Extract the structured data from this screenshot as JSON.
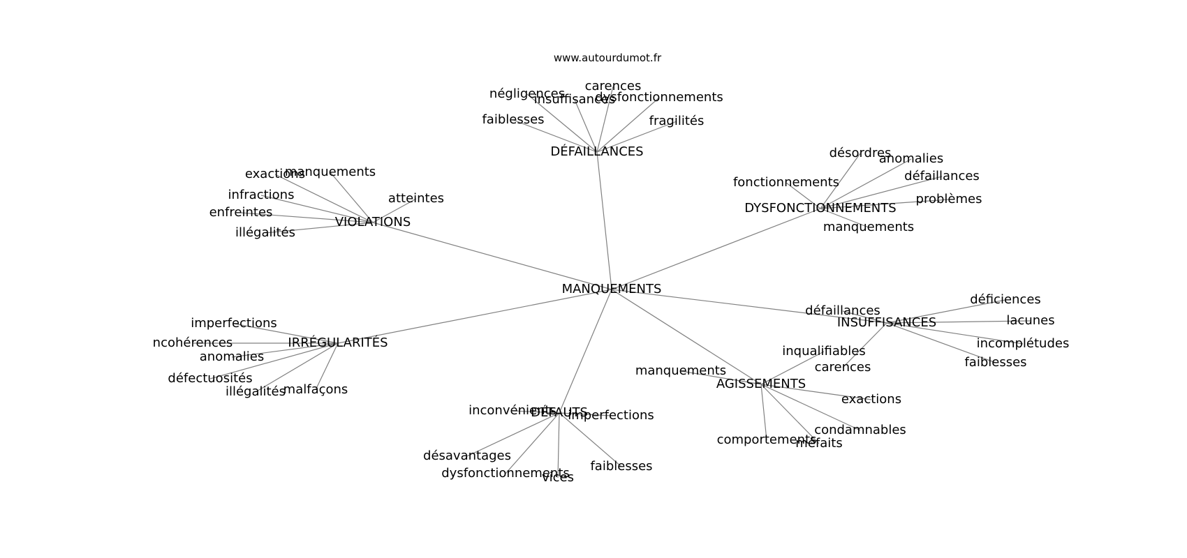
{
  "source": "www.autourdumot.fr",
  "center": {
    "id": "center",
    "label": "MANQUEMENTS"
  },
  "colors": {
    "edge": "#808080",
    "text": "#000000",
    "background": "#ffffff"
  },
  "clusters": [
    {
      "id": "defaillances",
      "label": "DÉFAILLANCES",
      "leaves": [
        "négligences",
        "insuffisances",
        "carences",
        "dysfonctionnements",
        "faiblesses",
        "fragilités"
      ]
    },
    {
      "id": "violations",
      "label": "VIOLATIONS",
      "leaves": [
        "exactions",
        "manquements",
        "infractions",
        "atteintes",
        "enfreintes",
        "illégalités"
      ]
    },
    {
      "id": "dysfonctionnements",
      "label": "DYSFONCTIONNEMENTS",
      "leaves": [
        "désordres",
        "anomalies",
        "fonctionnements",
        "défaillances",
        "problèmes",
        "manquements"
      ]
    },
    {
      "id": "insuffisances",
      "label": "INSUFFISANCES",
      "leaves": [
        "déficiences",
        "défaillances",
        "lacunes",
        "incomplétudes",
        "carences",
        "faiblesses"
      ]
    },
    {
      "id": "irregularites",
      "label": "IRRÉGULARITÉS",
      "leaves": [
        "imperfections",
        "ncohérences",
        "anomalies",
        "défectuosités",
        "illégalités",
        "malfaçons"
      ]
    },
    {
      "id": "agissements",
      "label": "AGISSEMENTS",
      "leaves": [
        "inqualifiables",
        "manquements",
        "exactions",
        "condamnables",
        "comportements",
        "méfaits"
      ]
    },
    {
      "id": "defauts",
      "label": "DÉFAUTS",
      "leaves": [
        "inconvénients",
        "imperfections",
        "désavantages",
        "dysfonctionnements",
        "vices",
        "faiblesses"
      ]
    }
  ]
}
